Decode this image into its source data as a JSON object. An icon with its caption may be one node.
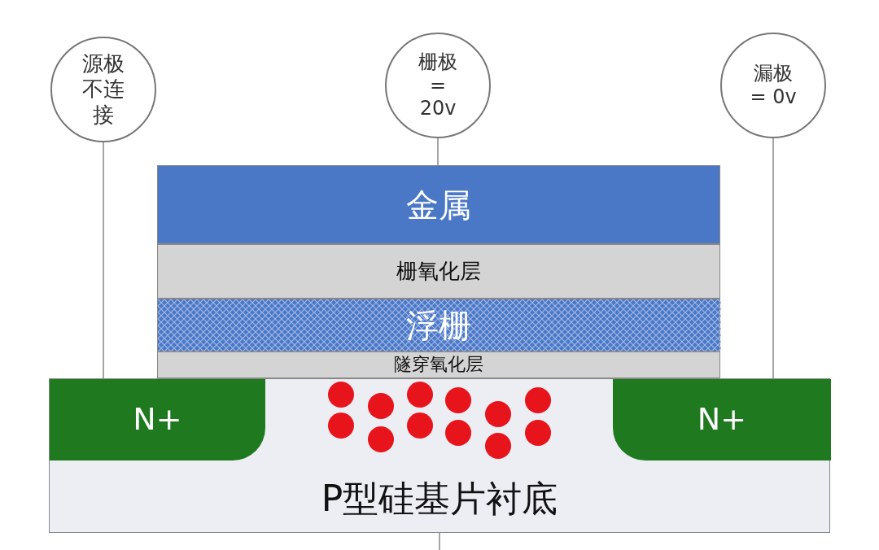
{
  "diagram": {
    "nodes": [
      {
        "text": [
          "源极不连接"
        ]
      },
      {
        "text": [
          "栅极 = 20v"
        ]
      },
      {
        "text": [
          "漏极 = 0v"
        ]
      },
      {
        "text": [
          "金属"
        ]
      },
      {
        "text": [
          "栅氧化层"
        ]
      },
      {
        "text": [
          "浮栅"
        ]
      },
      {
        "text": [
          "隧穿氧化层"
        ]
      },
      {
        "text": [
          "P型硅基片衬底"
        ]
      },
      {
        "text": [
          "N+"
        ],
        "in": 7
      },
      {
        "text": [
          "N+"
        ],
        "in": 7
      }
    ],
    "edges": [
      {
        "from": 0,
        "to": 8,
        "arrow": "none"
      },
      {
        "from": 1,
        "to": 3,
        "arrow": "none"
      },
      {
        "from": 2,
        "to": 9,
        "arrow": "none"
      },
      {
        "from": 7,
        "to": null,
        "arrow": "none"
      }
    ]
  }
}
